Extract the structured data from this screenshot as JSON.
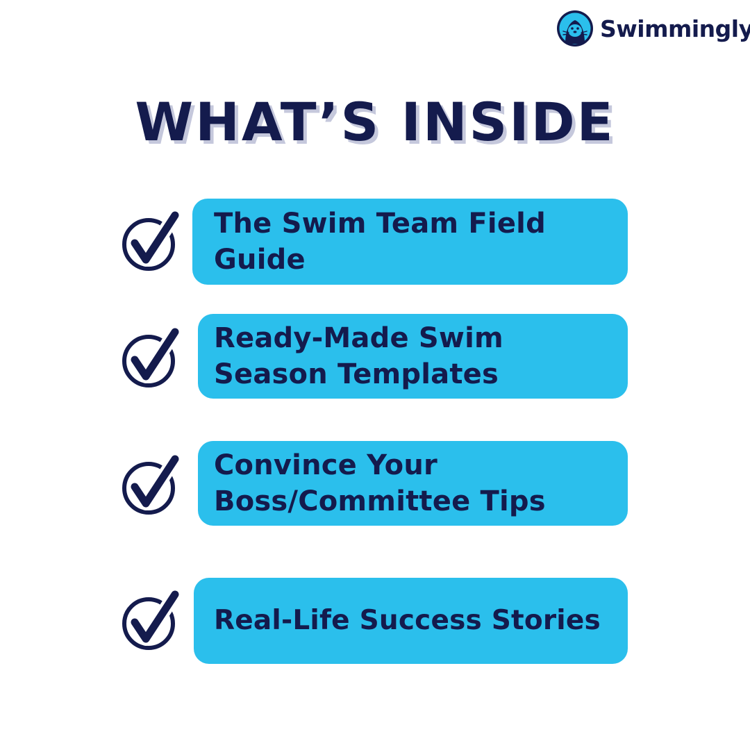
{
  "brand": {
    "name": "Swimmingly",
    "logo_icon": "seal-icon",
    "colors": {
      "navy": "#141b4d",
      "blue": "#2bbfec",
      "shadow": "#c5c8dc"
    }
  },
  "heading": "WHAT’S INSIDE",
  "items": [
    {
      "label": "The Swim Team Field Guide",
      "icon": "check-circle-icon"
    },
    {
      "label": "Ready-Made Swim Season Templates",
      "icon": "check-circle-icon"
    },
    {
      "label": "Convince Your Boss/Committee Tips",
      "icon": "check-circle-icon"
    },
    {
      "label": "Real-Life Success Stories",
      "icon": "check-circle-icon"
    }
  ]
}
